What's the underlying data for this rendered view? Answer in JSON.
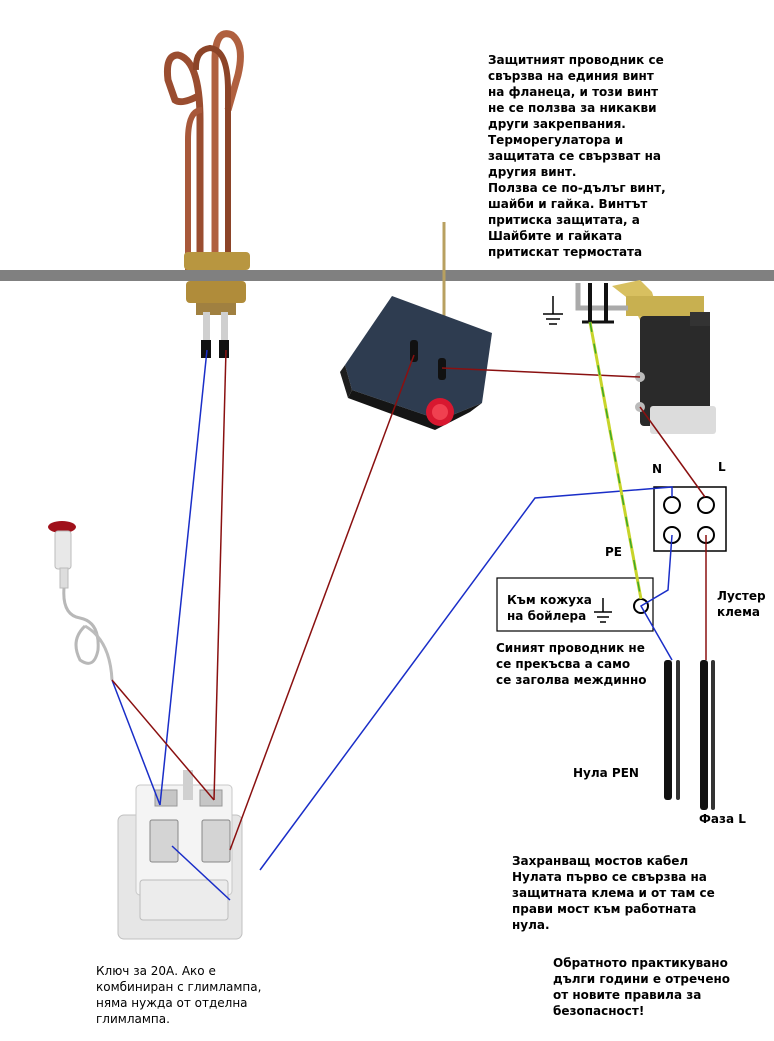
{
  "notes": {
    "top": "Защитният проводник се\nсвързва на единия винт\nна фланеца, и този винт\nне се ползва за никакви\nдруги закрепвания.\nТерморегулатора и\nзащитата се свързват на\nдругия винт.\nПолзва се по-дълъг винт,\nшайби и гайка. Винтът\nпритиска защитата, а\nШайбите и гайката\nпритискат термостата",
    "neutral": "Синият проводник не\nсе прекъсва а само\nсе заголва междинно",
    "bridge": "Захранващ мостов кабел\nНулата първо се свързва на\nзащитната клема и от там се\nправи мост към работната\nнула.",
    "rules": "Обратното практикувано\nдълги години е отречено\nот новите правила за\nбезопасност!",
    "switch": "Ключ за 20А. Ако е\nкомбиниран с глимлампа,\nняма нужда от отделна\nглимлампа."
  },
  "labels": {
    "n": "N",
    "l": "L",
    "pe": "PE",
    "case_box": "Към кожуха\nна бойлера",
    "terminal": "Лустер\nклема",
    "pen": "Нула PEN",
    "phase": "Фаза L"
  },
  "colors": {
    "neutral_wire": "#1a2ec8",
    "phase_wire": "#8a1010",
    "earth_wire": "#c8d42a",
    "earth_wire_stripe": "#3aa82a",
    "tank_wall": "#808080",
    "heater_copper": "#a8583a",
    "thermostat_body": "#2e3c50",
    "reset_button": "#d81830"
  },
  "icons": [
    "ground-symbol",
    "heater-element-icon",
    "thermostat-icon",
    "thermal-cutout-icon",
    "rocker-switch-icon",
    "indicator-lamp-icon",
    "terminal-block-icon"
  ]
}
